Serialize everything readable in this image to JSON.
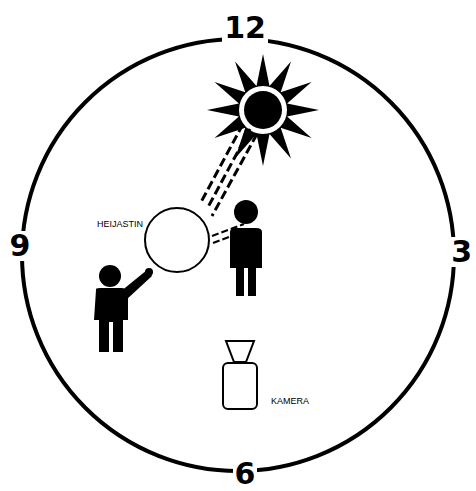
{
  "diagram": {
    "labels": [
      "12",
      "3",
      "6",
      "9",
      "HEIJASTIN",
      "KAMERA"
    ]
  }
}
